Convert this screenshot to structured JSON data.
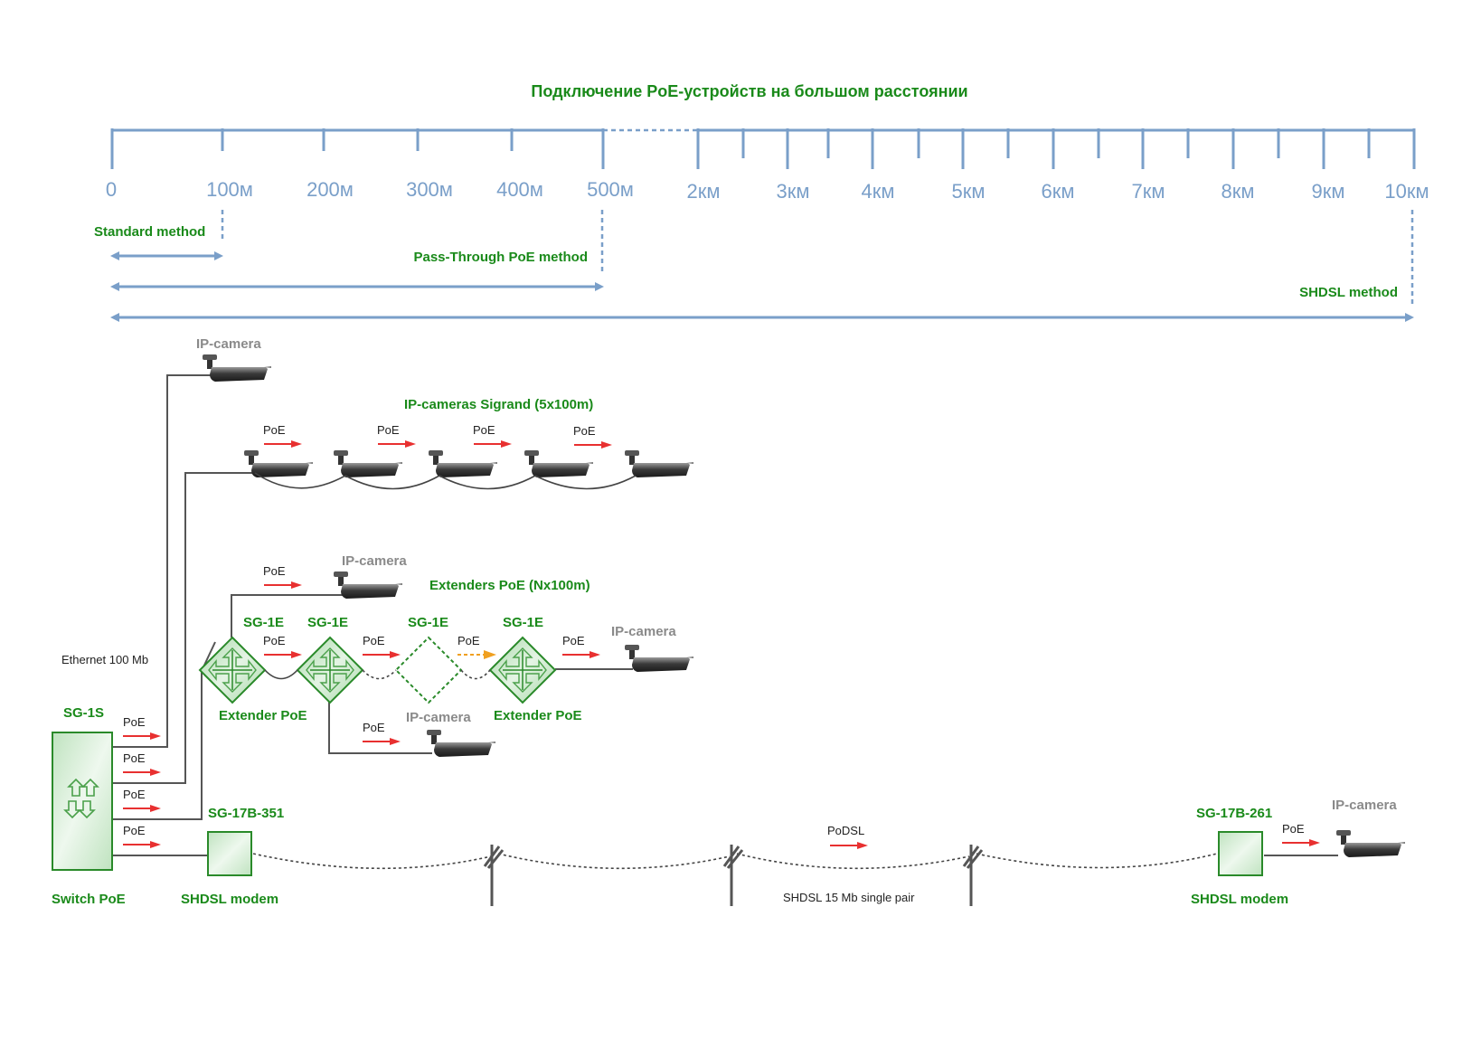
{
  "title": "Подключение PoE-устройств на большом расстоянии",
  "scale": {
    "ticks_left": [
      "0",
      "100м",
      "200м",
      "300м",
      "400м",
      "500м"
    ],
    "ticks_right": [
      "2км",
      "3км",
      "4км",
      "5км",
      "6км",
      "7км",
      "8км",
      "9км",
      "10км"
    ],
    "color": "#7a9fc9"
  },
  "methods": {
    "standard": "Standard method",
    "pass_through": "Pass-Through PoE method",
    "shdsl": "SHDSL method"
  },
  "labels": {
    "ip_camera": "IP-camera",
    "sigrand_chain": "IP-cameras Sigrand (5x100m)",
    "extenders_title": "Extenders  PoE (Nx100m)",
    "poe": "PoE",
    "podsl": "PoDSL",
    "ethernet": "Ethernet 100 Mb",
    "sg1s": "SG-1S",
    "switch_poe": "Switch PoE",
    "sg1e": "SG-1E",
    "extender_poe": "Extender  PoE",
    "sg17b_351": "SG-17B-351",
    "sg17b_261": "SG-17B-261",
    "shdsl_modem": "SHDSL modem",
    "shdsl_line": "SHDSL 15 Mb single pair"
  },
  "colors": {
    "green_text": "#1a8a1a",
    "gray_text": "#8a8a8a",
    "arrow_red": "#e83030",
    "arrow_orange": "#f0a020",
    "device_green": "#2a8a2a"
  },
  "icons": [
    "ip-camera-icon",
    "switch-arrows-icon",
    "extender-diamond-icon",
    "shdsl-modem-icon",
    "pole-icon"
  ]
}
